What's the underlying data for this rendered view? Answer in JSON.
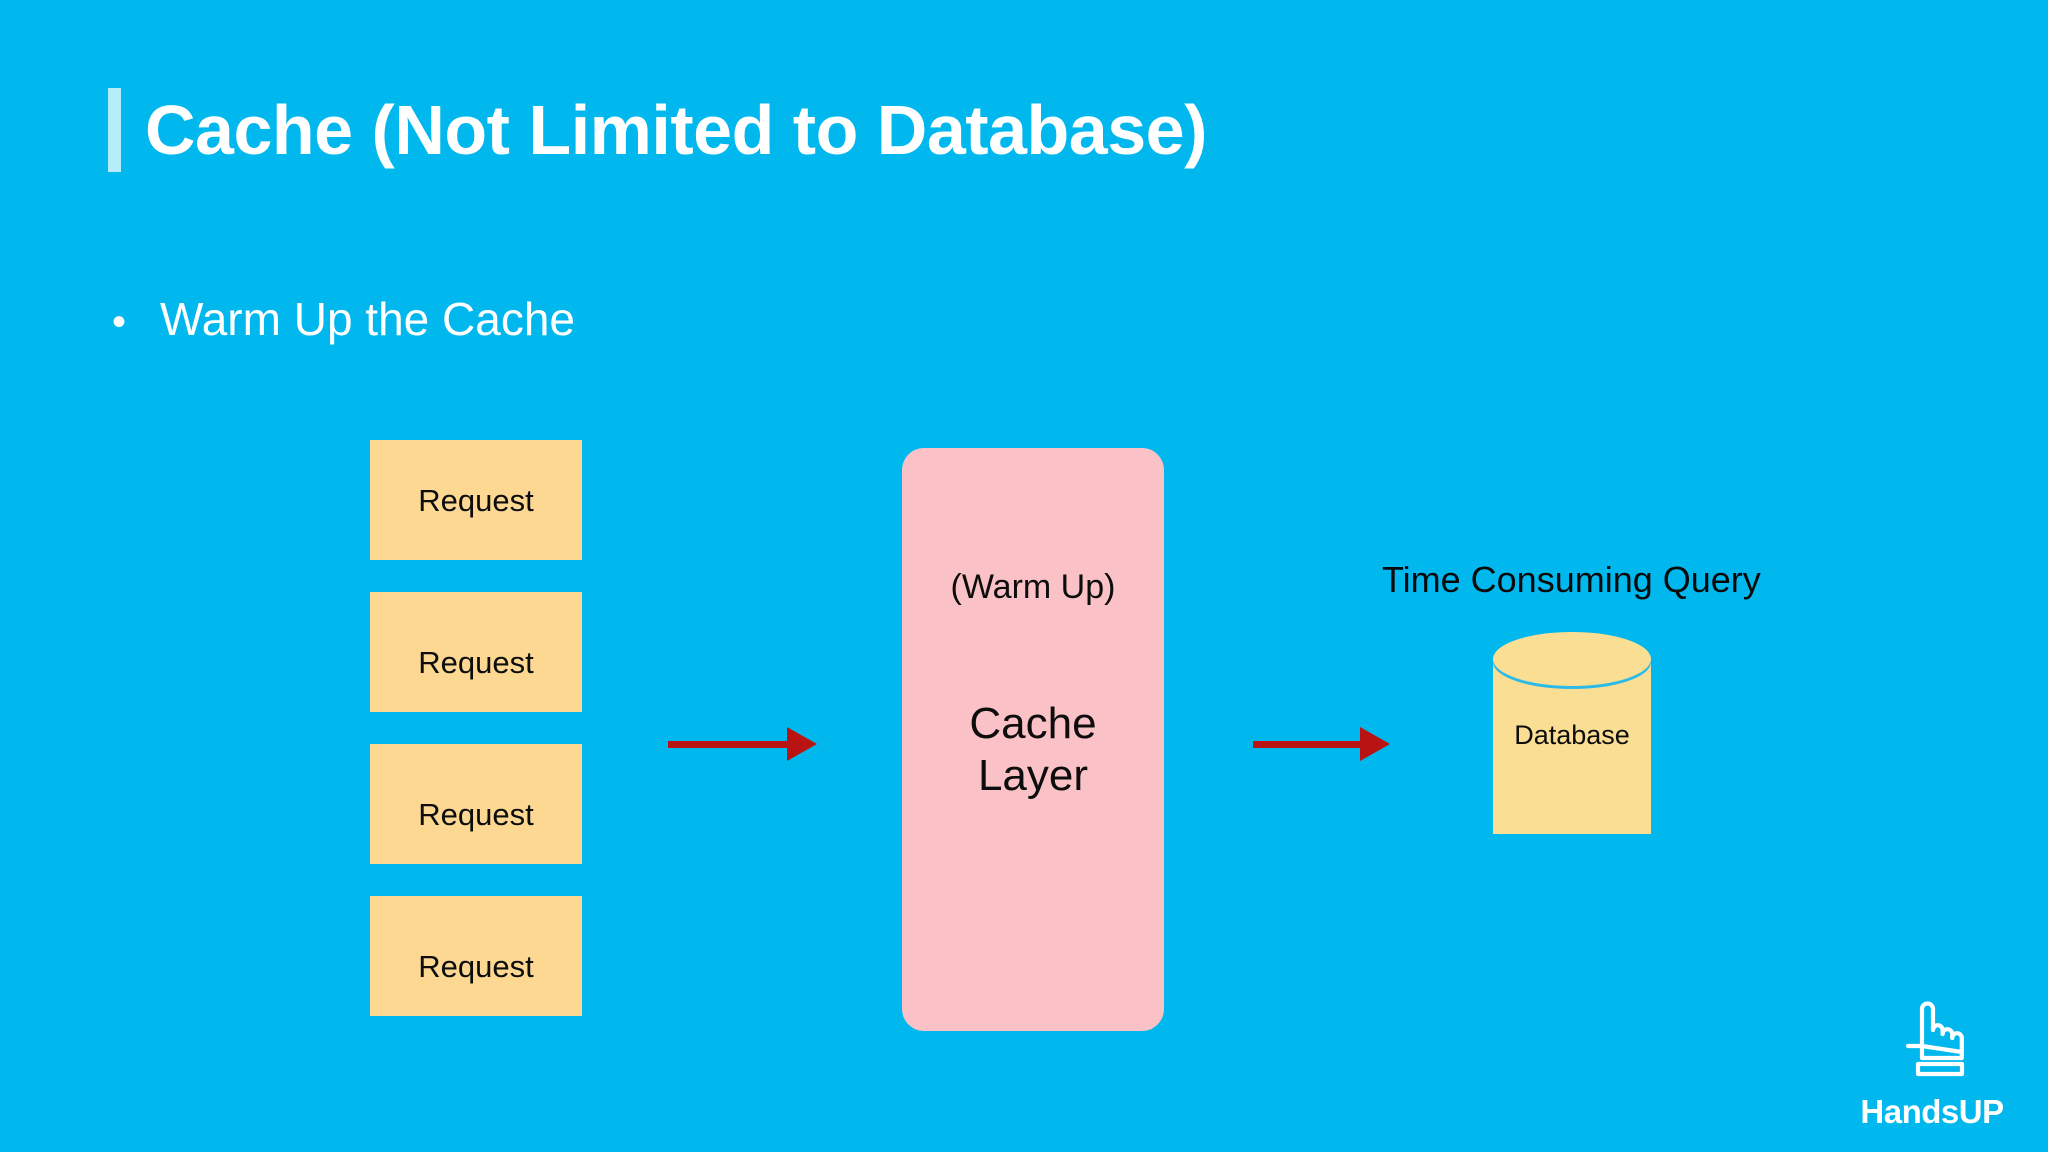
{
  "slide": {
    "background_color": "#00b8ed",
    "title": "Cache (Not Limited to Database)",
    "title_accent_color": "#b5eefb",
    "bullet_marker": "•",
    "bullet_text": "Warm Up the Cache"
  },
  "diagram": {
    "requests": [
      {
        "label": "Request"
      },
      {
        "label": "Request"
      },
      {
        "label": "Request"
      },
      {
        "label": "Request"
      }
    ],
    "request_fill": "#fcd893",
    "arrows": [
      {
        "name": "requests-to-cache",
        "color": "#b81414"
      },
      {
        "name": "cache-to-database",
        "color": "#b81414"
      }
    ],
    "cache": {
      "warm_up_label": "(Warm Up)",
      "name_line1": "Cache",
      "name_line2": "Layer",
      "fill": "#fac2c6"
    },
    "database": {
      "label": "Database",
      "fill": "#fade94",
      "query_label": "Time Consuming Query"
    }
  },
  "branding": {
    "logo_text": "HandsUP",
    "logo_icon": "hand-pointing-up-icon",
    "logo_color": "#ffffff"
  }
}
